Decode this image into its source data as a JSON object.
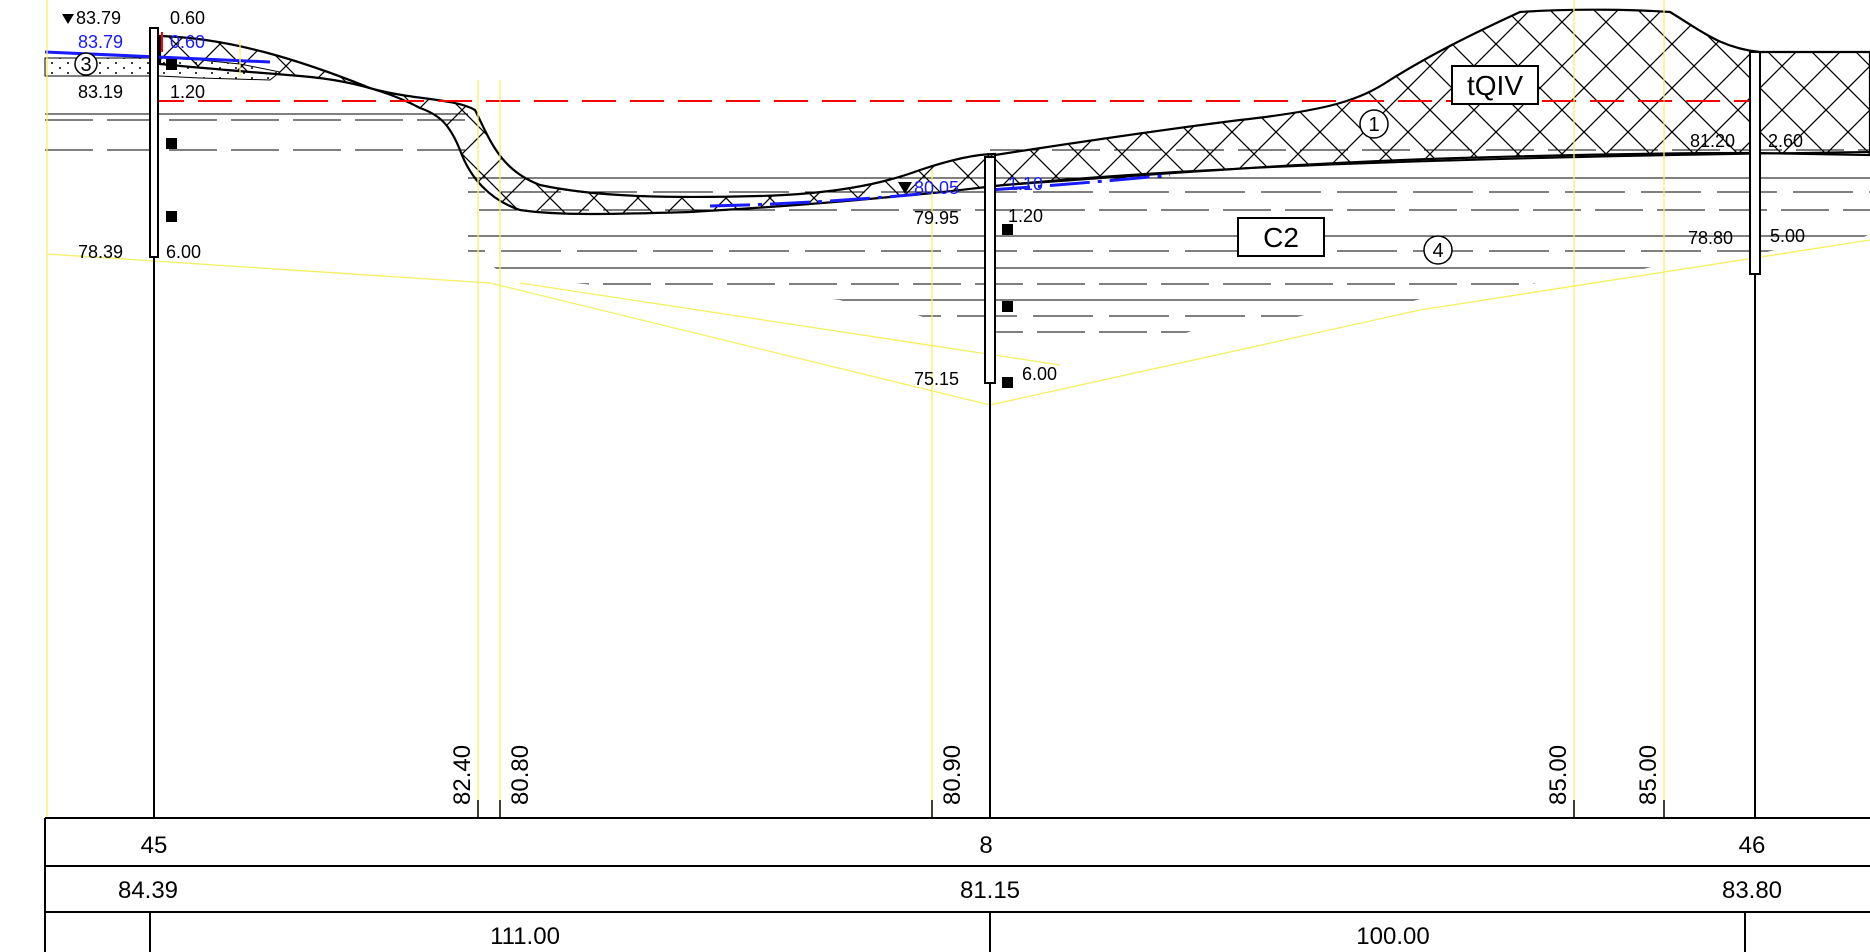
{
  "layers": {
    "layer_1": "1",
    "layer_3": "3",
    "layer_4": "4",
    "index_tqiv": "tQIV",
    "index_c2": "C2"
  },
  "borehole_45": {
    "water_top_elev": "83.79",
    "water_top_depth": "0.60",
    "water_elev": "83.79",
    "water_depth": "0.60",
    "layer_elev": "83.19",
    "layer_depth": "1.20",
    "bottom_elev": "78.39",
    "bottom_depth": "6.00"
  },
  "borehole_8": {
    "water_elev": "80.05",
    "water_depth": "1.10",
    "layer_elev": "79.95",
    "layer_depth": "1.20",
    "bottom_elev": "75.15",
    "bottom_depth": "6.00"
  },
  "borehole_46": {
    "layer_elev": "81.20",
    "layer_depth": "2.60",
    "bottom_elev": "78.80",
    "bottom_depth": "5.00"
  },
  "profile_marks": [
    "82.40",
    "80.80",
    "80.90",
    "85.00",
    "85.00"
  ],
  "table": {
    "borehole_numbers": [
      "45",
      "8",
      "46"
    ],
    "elevations": [
      "84.39",
      "81.15",
      "83.80"
    ],
    "distances": [
      "111.00",
      "100.00"
    ]
  },
  "colors": {
    "water_line": "#1a1aff",
    "boundary_dash": "#ff0000",
    "guide_line": "#ffff55",
    "ink": "#000000"
  }
}
